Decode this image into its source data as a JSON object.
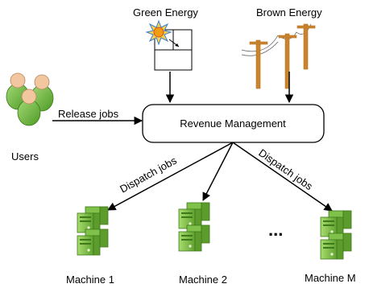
{
  "diagram": {
    "green_energy_label": "Green Energy",
    "brown_energy_label": "Brown Energy",
    "central_node_label": "Revenue Management",
    "users_label": "Users",
    "release_jobs_label": "Release jobs",
    "dispatch_jobs_left_label": "Dispatch jobs",
    "dispatch_jobs_right_label": "Dispatch jobs",
    "ellipsis_label": "...",
    "machines": [
      {
        "label": "Machine 1"
      },
      {
        "label": "Machine 2"
      },
      {
        "label": "Machine M"
      }
    ]
  },
  "colors": {
    "server_green": "#8ccf52",
    "server_dark": "#4f8f2a",
    "user_green": "#7cc24a",
    "pole_brown": "#c87f2a",
    "sun_orange": "#f39c12",
    "line_black": "#000000"
  },
  "icons": {
    "users": "users-icon",
    "green_energy": "solar-panel-icon",
    "brown_energy": "power-pole-icon",
    "machine": "server-icon"
  }
}
